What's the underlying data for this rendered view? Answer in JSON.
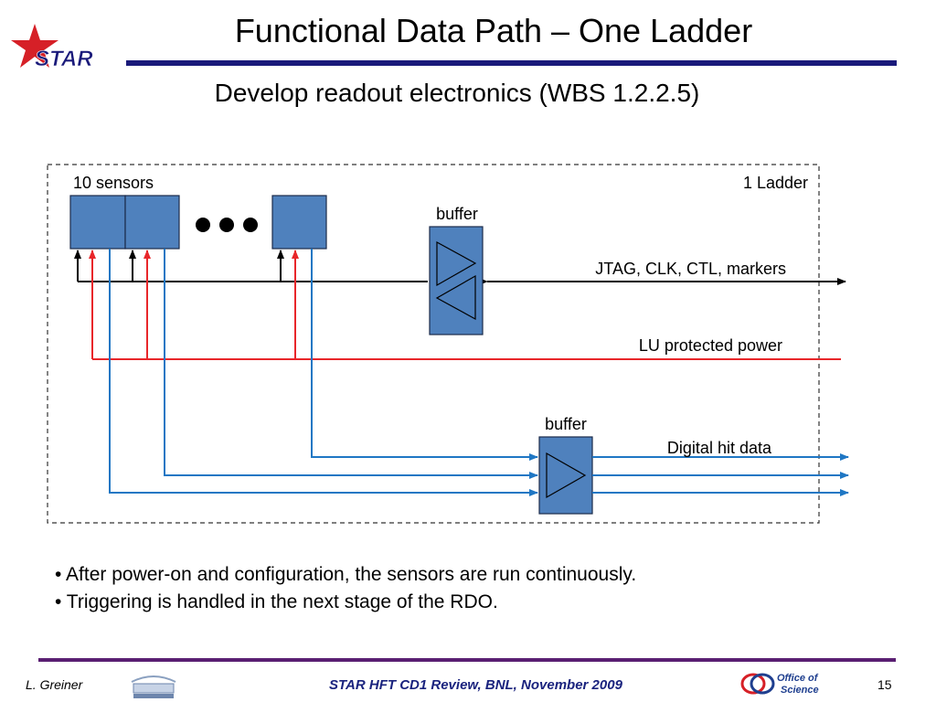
{
  "header": {
    "title": "Functional Data Path – One Ladder",
    "subtitle": "Develop readout electronics (WBS 1.2.2.5)",
    "logo_text": "STAR"
  },
  "diagram": {
    "sensors_label": "10 sensors",
    "ladder_label": "1 Ladder",
    "buffer_top_label": "buffer",
    "buffer_bottom_label": "buffer",
    "jtag_label": "JTAG, CLK, CTL, markers",
    "power_label": "LU protected power",
    "digital_label": "Digital hit data",
    "colors": {
      "sensor_fill": "#4f81bd",
      "signal_line": "#1f77c4",
      "power_line": "#e8262a",
      "control_line": "#000000"
    }
  },
  "bullets": [
    "• After power-on and configuration, the sensors are run continuously.",
    "• Triggering is handled in the next stage of the RDO."
  ],
  "footer": {
    "author": "L. Greiner",
    "center": "STAR HFT CD1 Review, BNL, November 2009",
    "page": "15",
    "doe_text_1": "Office of",
    "doe_text_2": "Science"
  }
}
